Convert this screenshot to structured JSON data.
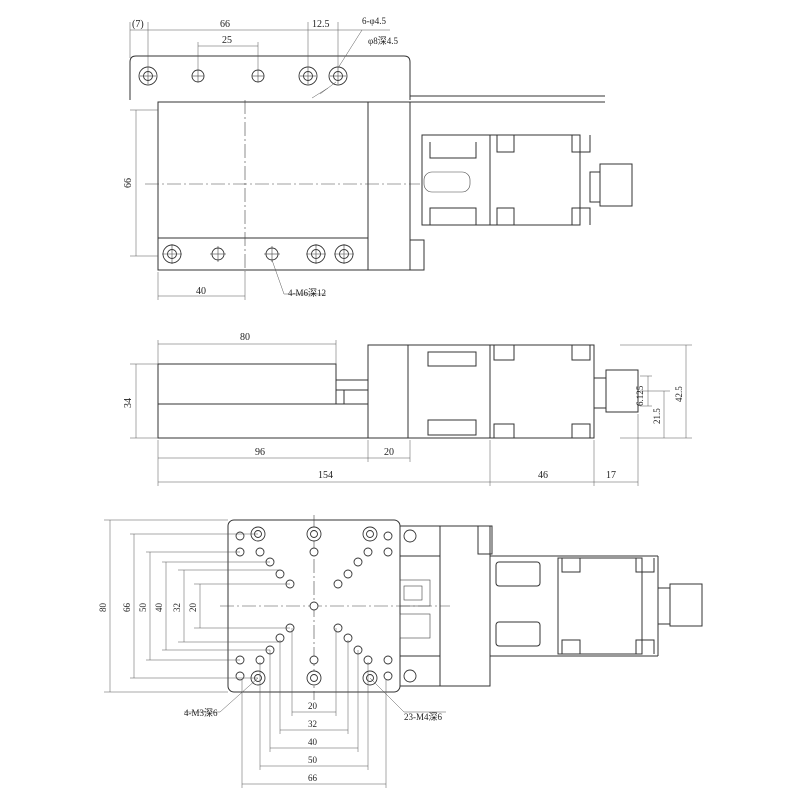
{
  "top_view": {
    "dims": {
      "d7": "(7)",
      "d66": "66",
      "d12_5": "12.5",
      "d25": "25",
      "d66_side": "66",
      "d40": "40"
    },
    "callouts": {
      "holes_6": "6-φ4.5",
      "counterbore": "φ8深4.5",
      "m6": "4-M6深12"
    }
  },
  "side_view": {
    "dims": {
      "d80": "80",
      "d34": "34",
      "d96": "96",
      "d20": "20",
      "d154": "154",
      "d46": "46",
      "d17": "17",
      "d6_125": "6.125",
      "d21_5": "21.5",
      "d42_5": "42.5"
    }
  },
  "bottom_view": {
    "dims": {
      "v80": "80",
      "v66": "66",
      "v50": "50",
      "v40": "40",
      "v32": "32",
      "v20": "20",
      "h20": "20",
      "h32": "32",
      "h40": "40",
      "h50": "50",
      "h66": "66"
    },
    "callouts": {
      "m3": "4-M3深6",
      "m4": "23-M4深6"
    }
  }
}
